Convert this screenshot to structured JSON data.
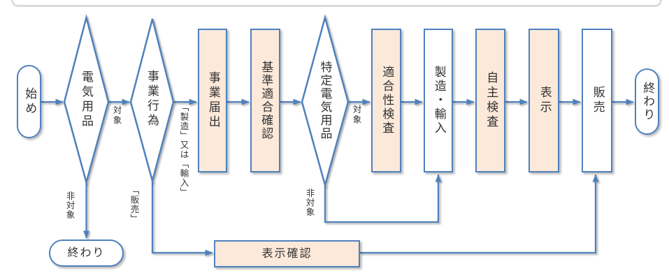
{
  "colors": {
    "line_blue": "#4f81bd",
    "highlight_fill": "#fce9da",
    "plain_fill": "#ffffff",
    "text": "#333333",
    "top_edge_gray": "#dcdcdc"
  },
  "nodes": {
    "start": {
      "label": "始め"
    },
    "decision_electric_appliance": {
      "label": "電気用品"
    },
    "decision_business_activity": {
      "label": "事業行為"
    },
    "decision_specified_electric_appliance": {
      "label": "特定電気用品"
    },
    "box_business_notification": {
      "label": "事業届出"
    },
    "box_standard_conformity_check": {
      "label": "基準適合確認"
    },
    "box_conformity_inspection": {
      "label": "適合性検査"
    },
    "box_manufacture_import": {
      "label": "製造・輸入"
    },
    "box_self_inspection": {
      "label": "自主検査"
    },
    "box_marking": {
      "label": "表示"
    },
    "box_sale": {
      "label": "販売"
    },
    "box_marking_confirmation": {
      "label": "表示確認"
    },
    "end_bottom": {
      "label": "終わり"
    },
    "end_right": {
      "label": "終わり"
    }
  },
  "edge_labels": {
    "target_1": "対象",
    "not_target_1": "非対象",
    "manufacture_or_import": "「製造」又は「輸入」",
    "sale": "「販売」",
    "target_2": "対象",
    "not_target_2": "非対象"
  }
}
